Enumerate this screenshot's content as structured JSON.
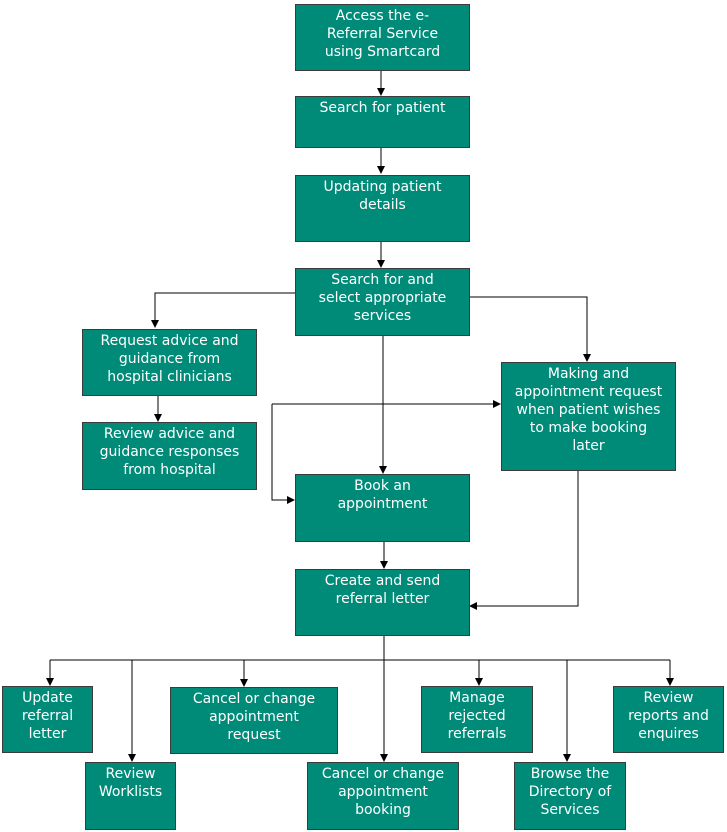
{
  "colors": {
    "box_fill": "#008b79",
    "box_border": "#3b3b3b",
    "connector": "#000000",
    "text": "#ffffff"
  },
  "nodes": {
    "access": "Access the e-\nReferral Service\nusing Smartcard",
    "search_patient": "Search for patient",
    "update_details": "Updating patient\ndetails",
    "select_services": "Search for and\nselect appropriate\nservices",
    "request_advice": "Request advice and\nguidance from\nhospital clinicians",
    "review_advice": "Review advice and\nguidance responses\nfrom hospital",
    "making_request": "Making and\nappointment request\nwhen patient wishes\nto make booking\nlater",
    "book_appointment": "Book an\nappointment",
    "create_letter": "Create and send\nreferral letter",
    "update_letter": "Update\nreferral\nletter",
    "review_worklists": "Review\nWorklists",
    "cancel_request": "Cancel or change\nappointment\nrequest",
    "cancel_booking": "Cancel or change\nappointment\nbooking",
    "manage_rejected": "Manage\nrejected\nreferrals",
    "browse_directory": "Browse the\nDirectory of\nServices",
    "review_reports": "Review\nreports and\nenquires"
  }
}
